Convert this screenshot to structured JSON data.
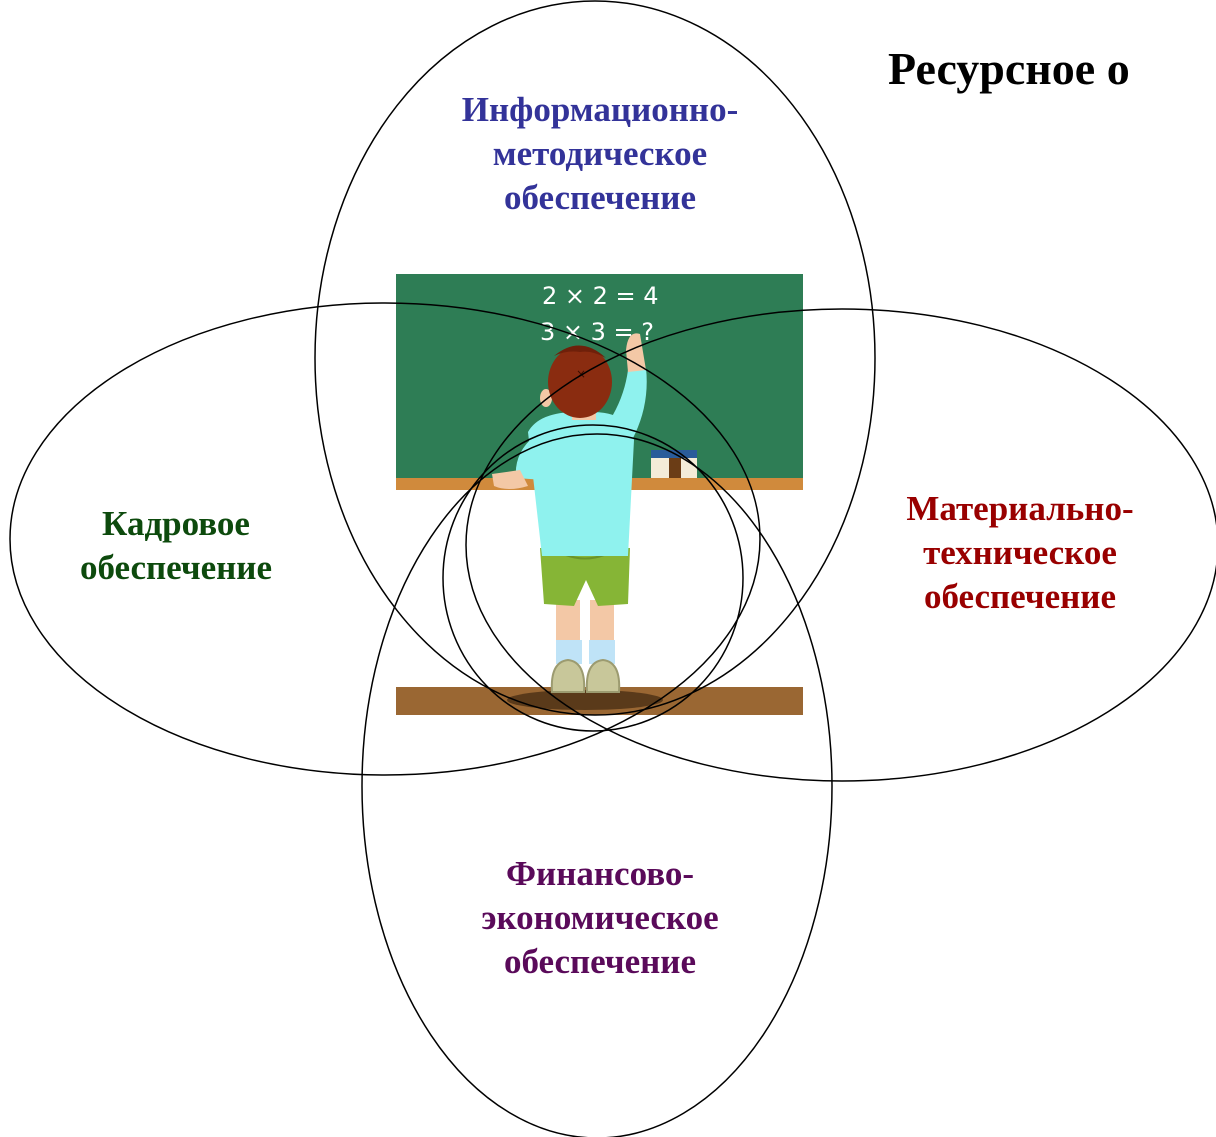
{
  "title": "Ресурсное о",
  "circles": [
    {
      "id": "info",
      "label": "Информационно-\nметодическое\nобеспечение",
      "color": "#333399"
    },
    {
      "id": "hr",
      "label": "Кадровое\nобеспечение",
      "color": "#0d4a0d"
    },
    {
      "id": "material",
      "label": "Материально-\nтехническое\nобеспечение",
      "color": "#990000"
    },
    {
      "id": "finance",
      "label": "Финансово-\nэкономическое\nобеспечение",
      "color": "#5a0a5a"
    }
  ],
  "illustration": {
    "description_icon": "boy-at-chalkboard-icon",
    "board_lines": [
      "2 × 2 = 4",
      "3 × 3 = ?"
    ],
    "colors": {
      "board": "#2e7d55",
      "board_frame": "#d08a3c",
      "floor": "#9a6733",
      "shirt": "#8ff2ee",
      "shorts": "#86b536",
      "hair": "#8a2c10",
      "skin": "#f3c8a6"
    }
  }
}
